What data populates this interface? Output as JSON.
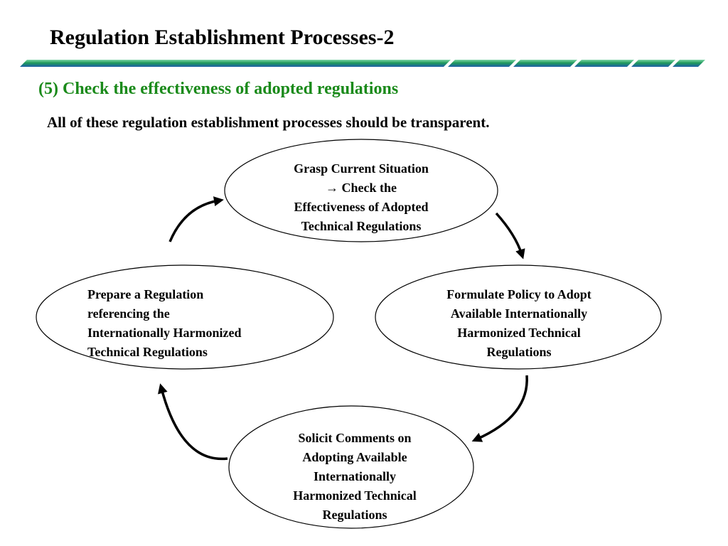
{
  "slide": {
    "title": "Regulation Establishment Processes-2",
    "subtitle": "(5) Check the effectiveness of adopted regulations",
    "statement": "All of these regulation establishment processes should be transparent."
  },
  "diagram": {
    "nodes": [
      {
        "id": "grasp",
        "lines": [
          "Grasp Current Situation",
          "→ Check the",
          "Effectiveness of Adopted",
          "Technical Regulations"
        ]
      },
      {
        "id": "formulate",
        "lines": [
          "Formulate Policy to Adopt",
          "Available Internationally",
          "Harmonized Technical",
          "Regulations"
        ]
      },
      {
        "id": "solicit",
        "lines": [
          "Solicit Comments on",
          "Adopting Available",
          "Internationally",
          "Harmonized Technical",
          "Regulations"
        ]
      },
      {
        "id": "prepare",
        "lines": [
          "Prepare a Regulation",
          "referencing the",
          "Internationally Harmonized",
          "Technical Regulations"
        ]
      }
    ],
    "edges": [
      {
        "from": "grasp",
        "to": "formulate"
      },
      {
        "from": "formulate",
        "to": "solicit"
      },
      {
        "from": "solicit",
        "to": "prepare"
      },
      {
        "from": "prepare",
        "to": "grasp"
      }
    ]
  },
  "colors": {
    "subtitle": "#1a8a1a",
    "divider_green": "#1f9a5a",
    "divider_blue": "#2a6fb5"
  }
}
